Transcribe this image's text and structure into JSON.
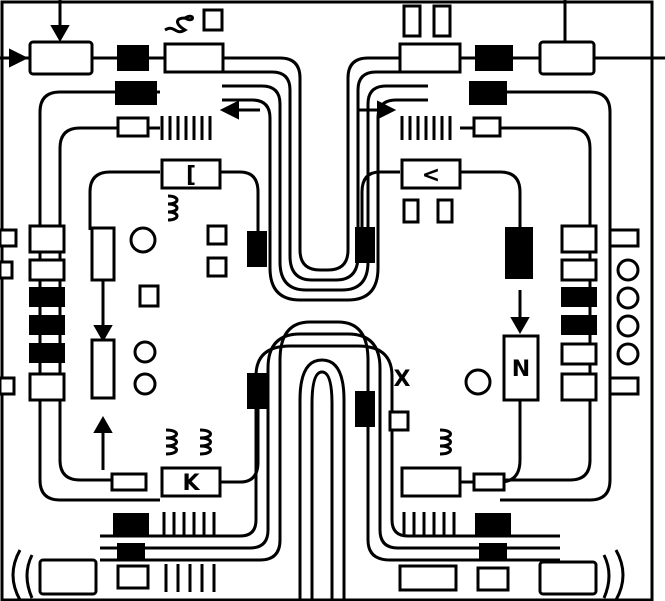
{
  "diagram": {
    "labels": {
      "top_left_block": "[",
      "top_right_block": "<",
      "bottom_left_block": "K",
      "right_block": "N",
      "right_mark_x": "X"
    }
  },
  "colors": {
    "ink": "#000000",
    "paper": "#ffffff"
  }
}
